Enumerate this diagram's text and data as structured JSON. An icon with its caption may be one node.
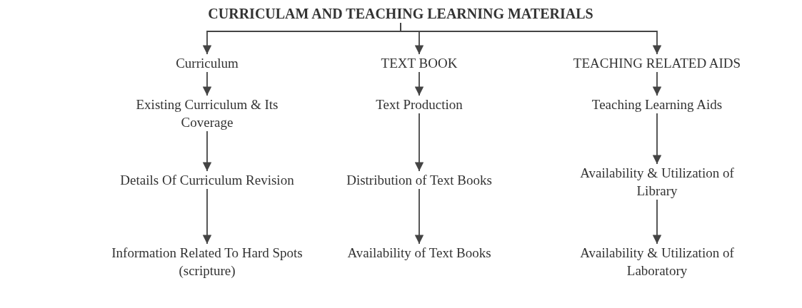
{
  "diagram": {
    "nodes": [
      {
        "text": [
          "CURRICULAM AND TEACHING LEARNING MATERIALS"
        ]
      },
      {
        "text": [
          "Curriculum"
        ]
      },
      {
        "text": [
          "TEXT BOOK"
        ]
      },
      {
        "text": [
          "TEACHING RELATED AIDS"
        ]
      },
      {
        "text": [
          "Existing Curriculum & Its Coverage"
        ]
      },
      {
        "text": [
          "Text Production"
        ]
      },
      {
        "text": [
          "Teaching Learning Aids"
        ]
      },
      {
        "text": [
          "Details Of Curriculum Revision"
        ]
      },
      {
        "text": [
          "Distribution of Text Books"
        ]
      },
      {
        "text": [
          "Availability & Utilization of Library"
        ]
      },
      {
        "text": [
          "Information Related To Hard Spots (scripture)"
        ]
      },
      {
        "text": [
          "Availability of Text Books"
        ]
      },
      {
        "text": [
          "Availability & Utilization of Laboratory"
        ]
      }
    ],
    "edges": [
      {
        "from": 0,
        "to": 1,
        "arrow": "to"
      },
      {
        "from": 0,
        "to": 2,
        "arrow": "to"
      },
      {
        "from": 0,
        "to": 3,
        "arrow": "to"
      },
      {
        "from": 1,
        "to": 4,
        "arrow": "to"
      },
      {
        "from": 4,
        "to": 7,
        "arrow": "to"
      },
      {
        "from": 7,
        "to": 10,
        "arrow": "to"
      },
      {
        "from": 2,
        "to": 5,
        "arrow": "to"
      },
      {
        "from": 5,
        "to": 8,
        "arrow": "to"
      },
      {
        "from": 8,
        "to": 11,
        "arrow": "to"
      },
      {
        "from": 3,
        "to": 6,
        "arrow": "to"
      },
      {
        "from": 6,
        "to": 9,
        "arrow": "to"
      },
      {
        "from": 9,
        "to": 12,
        "arrow": "to"
      }
    ]
  }
}
